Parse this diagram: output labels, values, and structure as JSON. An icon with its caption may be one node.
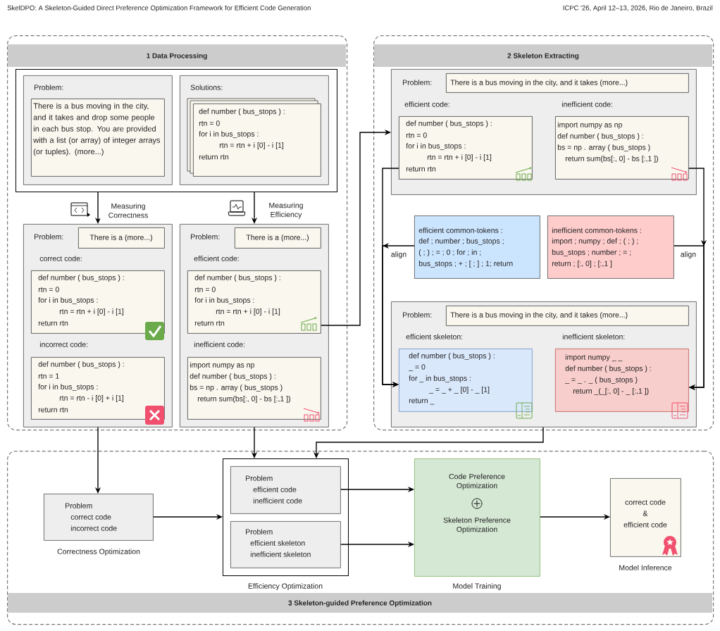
{
  "diagram": {
    "nodes": [
      {
        "text": [
          "1 Data Processing"
        ]
      },
      {
        "text": [],
        "shape": "box",
        "in": 0
      },
      {
        "text": [
          "Problem:"
        ],
        "in": 1
      },
      {
        "text": [
          "There is a bus moving in the city, and it takes and drop some people in each bus stop. You are provided with a list (or array) of integer arrays (or tuples). (more...)"
        ],
        "in": 2
      },
      {
        "text": [
          "Solutions:"
        ],
        "in": 1
      },
      {
        "text": [
          "def number ( bus_stops ) :",
          "rtn = 0",
          "for i in bus_stops :",
          "rtn = rtn + i [0] - i [1]",
          "return rtn"
        ],
        "in": 4
      },
      {
        "text": [
          "Problem:"
        ],
        "in": 0
      },
      {
        "text": [
          "There is a (more...)"
        ],
        "in": 6
      },
      {
        "text": [
          "correct code:",
          "def number ( bus_stops ) :",
          "rtn = 0",
          "for i in bus_stops :",
          "rtn = rtn + i [0] - i [1]",
          "return rtn"
        ],
        "in": 6
      },
      {
        "text": [
          "incorrect code:",
          "def number ( bus_stops ) :",
          "rtn = 1",
          "for i in bus_stops :",
          "rtn = rtn - i [0] + i [1]",
          "return rtn"
        ],
        "in": 6
      },
      {
        "text": [
          "Problem:"
        ],
        "in": 0
      },
      {
        "text": [
          "There is a (more...)"
        ],
        "in": 10
      },
      {
        "text": [
          "efficient code:",
          "def number ( bus_stops ) :",
          "rtn = 0",
          "for i in bus_stops :",
          "rtn = rtn + i [0] - i [1]",
          "return rtn"
        ],
        "in": 10
      },
      {
        "text": [
          "inefficient code:",
          "import numpy as np",
          "def number ( bus_stops ) :",
          "bs = np . array ( bus_stops )",
          "return sum(bs[:, 0] - bs [:,1 ])"
        ],
        "in": 10
      },
      {
        "text": [
          "2 Skeleton Extracting"
        ]
      },
      {
        "text": [
          "Problem:"
        ],
        "in": 14
      },
      {
        "text": [
          "There is a bus moving in the city, and it takes (more...)"
        ],
        "in": 15
      },
      {
        "text": [
          "efficient code:",
          "def number ( bus_stops ) :",
          "rtn = 0",
          "for i in bus_stops :",
          "rtn = rtn + i [0] - i [1]",
          "return rtn"
        ],
        "in": 15
      },
      {
        "text": [
          "inefficient code:",
          "import numpy as np",
          "def number ( bus_stops ) :",
          "bs = np . array ( bus_stops )",
          "return sum(bs[:, 0] - bs [:,1 ])"
        ],
        "in": 15
      },
      {
        "text": [
          "efficient common-tokens :",
          "def ; number ; bus_stops ;",
          "( ; ) ; = ; 0 ; for ; in ;",
          "bus_stops ; + ; [ ; ] ; 1; return"
        ],
        "in": 14
      },
      {
        "text": [
          "inefficient common-tokens :",
          "import ; numpy ; def ; ( ; ) ;",
          "bus_stops ; number ; = ;",
          "return ; [:, 0] ; [:,1 ]"
        ],
        "in": 14
      },
      {
        "text": [
          "Problem:"
        ],
        "in": 14
      },
      {
        "text": [
          "There is a bus moving in the city, and it takes (more...)"
        ],
        "in": 21
      },
      {
        "text": [
          "efficient skeleton:",
          "def number ( bus_stops ) :",
          "_ = 0",
          "for _ in bus_stops :",
          "_ = _ + _ [0] - _ [1]",
          "return _"
        ],
        "in": 21
      },
      {
        "text": [
          "inefficient skeleton:",
          "import numpy _ _",
          "def number ( bus_stops ) :",
          "_ = _ . _ ( bus_stops )",
          "return _(_[:, 0] - _ [:,1 ])"
        ],
        "in": 21
      },
      {
        "text": [
          "3 Skeleton-guided Preference Optimization"
        ]
      },
      {
        "text": [
          "Problem",
          "correct code",
          "incorrect code"
        ],
        "beside": [
          "Correctness Optimization"
        ],
        "in": 25
      },
      {
        "text": [],
        "shape": "box",
        "beside": [
          "Efficiency Optimization"
        ],
        "in": 25
      },
      {
        "text": [
          "Problem",
          "efficient code",
          "inefficient code"
        ],
        "in": 27
      },
      {
        "text": [
          "Problem",
          "efficient skeleton",
          "inefficient skeleton"
        ],
        "in": 27
      },
      {
        "text": [
          "Code Preference Optimization",
          "Skeleton Preference Optimization"
        ],
        "beside": [
          "Model Training"
        ],
        "in": 25
      },
      {
        "text": [
          "correct code",
          "&",
          "efficient code"
        ],
        "beside": [
          "Model Inference"
        ],
        "in": 25
      }
    ],
    "edges": [
      {
        "from": 1,
        "to": 6,
        "arrow": "to",
        "label": "Measuring Correctness"
      },
      {
        "from": 1,
        "to": 10,
        "arrow": "to",
        "label": "Measuring Efficiency"
      },
      {
        "from": 12,
        "to": 15,
        "arrow": "to"
      },
      {
        "from": 17,
        "to": 23,
        "arrow": "to"
      },
      {
        "from": 19,
        "to": 23,
        "arrow": "to",
        "label": "align"
      },
      {
        "from": 18,
        "to": 24,
        "arrow": "to"
      },
      {
        "from": 20,
        "to": 24,
        "arrow": "to",
        "label": "align"
      },
      {
        "from": 6,
        "to": 26,
        "arrow": "to"
      },
      {
        "from": 10,
        "to": 27,
        "arrow": "to"
      },
      {
        "from": 21,
        "to": 27,
        "arrow": "to"
      },
      {
        "from": 26,
        "to": 27,
        "arrow": "to"
      },
      {
        "from": 28,
        "to": 30,
        "arrow": "to"
      },
      {
        "from": 29,
        "to": 30,
        "arrow": "to"
      },
      {
        "from": 30,
        "to": 31,
        "arrow": "to"
      }
    ],
    "labels": [
      "SkelDPO: A Skeleton-Guided Direct Preference Optimization Framework for Efficient Code Generation",
      "ICPC '26, April 12–13, 2026, Rio de Janeiro, Brazil"
    ]
  }
}
